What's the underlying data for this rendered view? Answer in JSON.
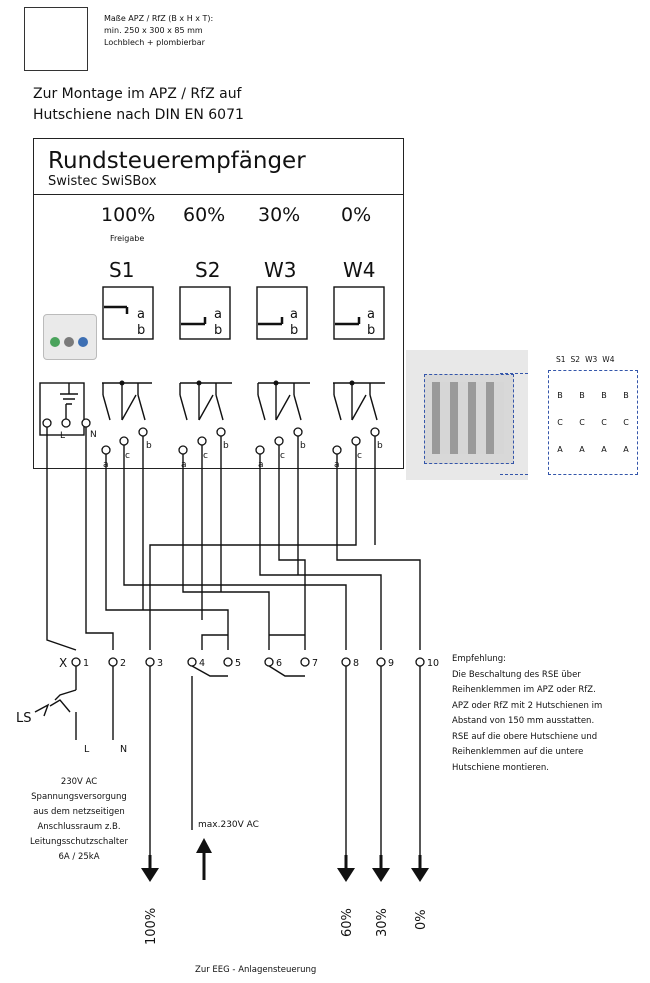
{
  "header": {
    "dims_lines": [
      "Maße APZ / RfZ (B x H x T):",
      "min. 250 x 300 x 85 mm",
      "Lochblech + plombierbar"
    ],
    "mount_lines": [
      "Zur Montage im APZ / RfZ auf",
      "Hutschiene nach DIN EN 6071"
    ]
  },
  "device": {
    "title": "Rundsteuerempfänger",
    "subtitle": "Swistec SwiSBox",
    "percentages": [
      "100%",
      "60%",
      "30%",
      "0%"
    ],
    "freigabe": "Freigabe",
    "switches": [
      "S1",
      "S2",
      "W3",
      "W4"
    ],
    "contact_a": "a",
    "contact_b": "b",
    "contact_c": "c",
    "L": "L",
    "N": "N"
  },
  "terminals": {
    "x_label": "X",
    "numbers": [
      "1",
      "2",
      "3",
      "4",
      "5",
      "6",
      "7",
      "8",
      "9",
      "10"
    ],
    "L": "L",
    "N": "N"
  },
  "ls_label": "LS",
  "supply_lines": [
    "230V AC",
    "Spannungsversorgung",
    "aus dem netzseitigen",
    "Anschlussraum z.B.",
    "Leitungsschutzschalter",
    "6A / 25kA"
  ],
  "max_label": "max.230V AC",
  "output_labels": [
    "100%",
    "60%",
    "30%",
    "0%"
  ],
  "footer": "Zur EEG - Anlagensteuerung",
  "recommendation_lines": [
    "Empfehlung:",
    "Die Beschaltung des RSE über",
    "Reihenklemmen im APZ oder RfZ.",
    "APZ oder RfZ mit 2 Hutschienen im",
    "Abstand von 150 mm ausstatten.",
    "RSE auf die obere Hutschiene und",
    "Reihenklemmen auf die untere",
    "Hutschiene montieren."
  ],
  "terminal_block": {
    "headers": [
      "S1",
      "S2",
      "W3",
      "W4"
    ],
    "rows": [
      [
        "B",
        "B",
        "B",
        "B"
      ],
      [
        "C",
        "C",
        "C",
        "C"
      ],
      [
        "A",
        "A",
        "A",
        "A"
      ]
    ]
  }
}
